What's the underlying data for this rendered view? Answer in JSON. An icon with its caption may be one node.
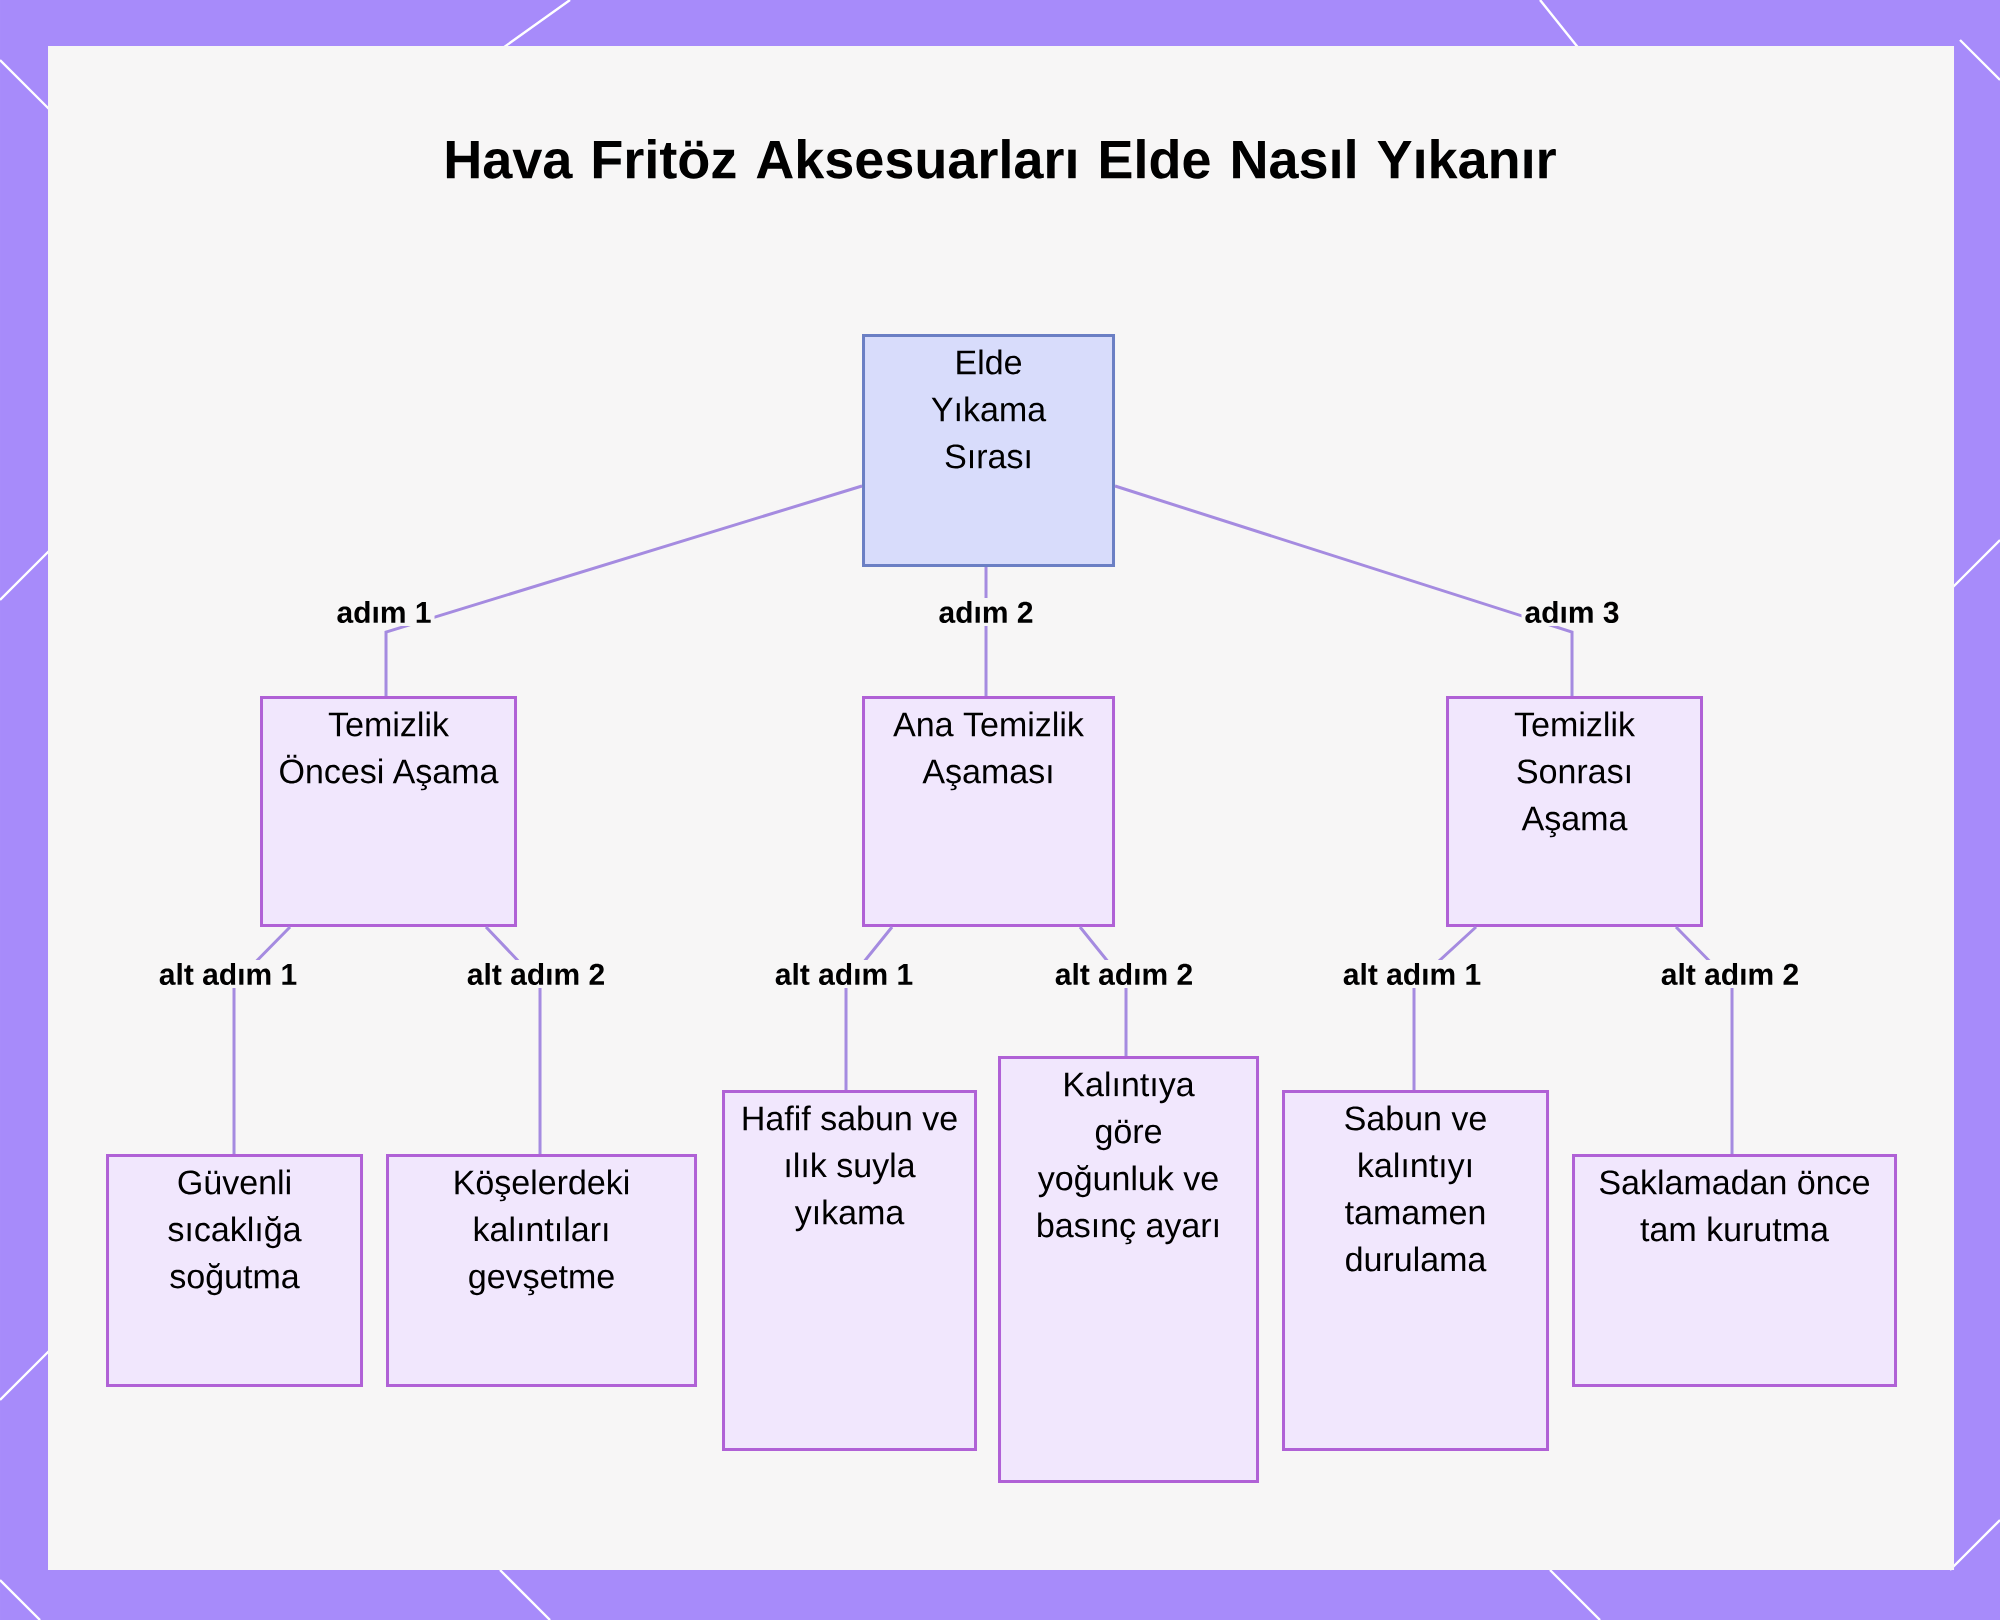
{
  "diagram": {
    "title": "Hava Fritöz Aksesuarları Elde Nasıl Yıkanır",
    "nodes": [
      {
        "text": [
          "Elde Yıkama Sırası"
        ]
      },
      {
        "text": [
          "Temizlik Öncesi Aşama"
        ]
      },
      {
        "text": [
          "Ana Temizlik Aşaması"
        ]
      },
      {
        "text": [
          "Temizlik Sonrası Aşama"
        ]
      },
      {
        "text": [
          "Güvenli sıcaklığa soğutma"
        ]
      },
      {
        "text": [
          "Köşelerdeki kalıntıları gevşetme"
        ]
      },
      {
        "text": [
          "Hafif sabun ve ılık suyla yıkama"
        ]
      },
      {
        "text": [
          "Kalıntıya göre yoğunluk ve basınç ayarı"
        ]
      },
      {
        "text": [
          "Sabun ve kalıntıyı tamamen durulama"
        ]
      },
      {
        "text": [
          "Saklamadan önce tam kurutma"
        ]
      }
    ],
    "edges": [
      {
        "from": 0,
        "to": 1,
        "arrow": "none",
        "label": "adım 1"
      },
      {
        "from": 0,
        "to": 2,
        "arrow": "none",
        "label": "adım 2"
      },
      {
        "from": 0,
        "to": 3,
        "arrow": "none",
        "label": "adım 3"
      },
      {
        "from": 1,
        "to": 4,
        "arrow": "none",
        "label": "alt adım 1"
      },
      {
        "from": 1,
        "to": 5,
        "arrow": "none",
        "label": "alt adım 2"
      },
      {
        "from": 2,
        "to": 6,
        "arrow": "none",
        "label": "alt adım 1"
      },
      {
        "from": 2,
        "to": 7,
        "arrow": "none",
        "label": "alt adım 2"
      },
      {
        "from": 3,
        "to": 8,
        "arrow": "none",
        "label": "alt adım 1"
      },
      {
        "from": 3,
        "to": 9,
        "arrow": "none",
        "label": "alt adım 2"
      }
    ]
  }
}
